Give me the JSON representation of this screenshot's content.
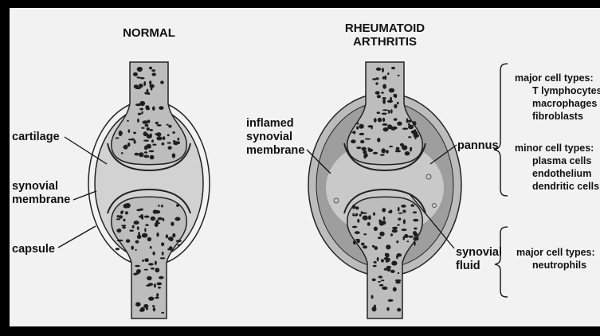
{
  "headings": {
    "normal": "NORMAL",
    "ra_line1": "RHEUMATOID",
    "ra_line2": "ARTHRITIS"
  },
  "normal_labels": {
    "cartilage": "cartilage",
    "synovial_line1": "synovial",
    "synovial_line2": "membrane",
    "capsule": "capsule"
  },
  "ra_labels": {
    "inflamed_line1": "inflamed",
    "inflamed_line2": "synovial",
    "inflamed_line3": "membrane",
    "pannus": "pannus",
    "fluid_line1": "synovial",
    "fluid_line2": "fluid"
  },
  "pannus_cells": {
    "major_title": "major cell types:",
    "major": [
      "T lymphocytes",
      "macrophages",
      "fibroblasts"
    ],
    "minor_title": "minor cell types:",
    "minor": [
      "plasma cells",
      "endothelium",
      "dendritic cells"
    ]
  },
  "fluid_cells": {
    "major_title": "major cell types:",
    "major": [
      "neutrophils"
    ]
  },
  "colors": {
    "bone": "#bdbdbd",
    "bone_hole": "#1e1e1e",
    "synovial_fluid": "#d2d2d2",
    "inflamed_fluid": "#9e9e9e",
    "outline": "#222222",
    "background": "#f2f2f2",
    "frame": "#000000"
  }
}
